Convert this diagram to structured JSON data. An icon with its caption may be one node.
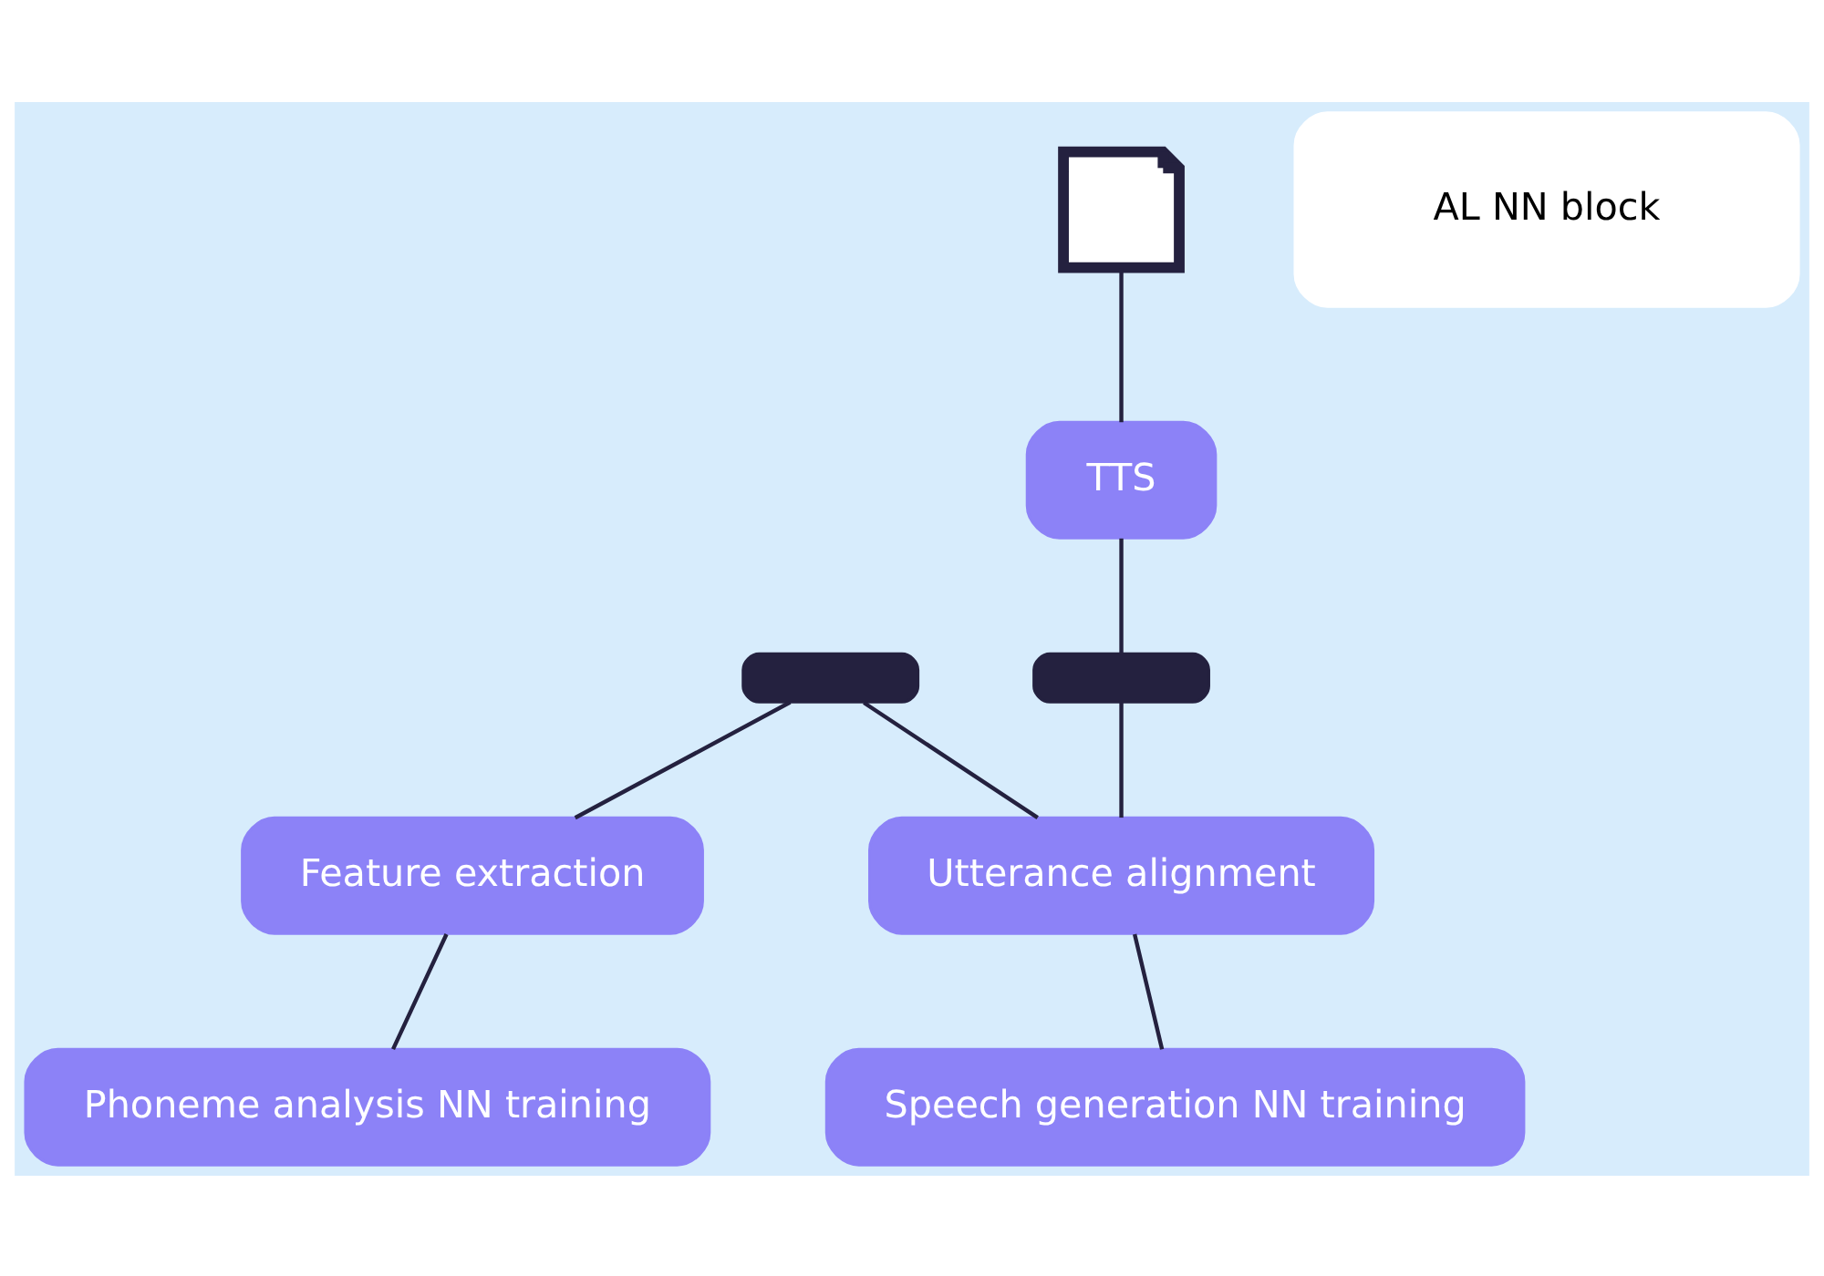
{
  "diagram": {
    "nodes": [
      {
        "text": [],
        "shape": "document"
      },
      {
        "text": [],
        "shape": "waveform"
      },
      {
        "text": [
          "Feature extraction"
        ]
      },
      {
        "text": [
          "TTS"
        ]
      },
      {
        "text": [
          "AL NN block"
        ]
      },
      {
        "text": [
          "Phoneme analysis NN training"
        ]
      },
      {
        "text": [
          "Utterance alignment"
        ]
      },
      {
        "text": [],
        "shape": "waveform"
      },
      {
        "text": [
          "Speech generation NN training"
        ]
      }
    ],
    "edges": [
      {
        "from": 0,
        "to": 3,
        "arrow": "none"
      },
      {
        "from": 1,
        "to": 2,
        "arrow": "none"
      },
      {
        "from": 1,
        "to": 6,
        "arrow": "none"
      },
      {
        "from": 2,
        "to": 5,
        "arrow": "none"
      },
      {
        "from": 3,
        "to": 7,
        "arrow": "none"
      },
      {
        "from": 7,
        "to": 6,
        "arrow": "none"
      },
      {
        "from": 6,
        "to": 8,
        "arrow": "none"
      }
    ]
  }
}
